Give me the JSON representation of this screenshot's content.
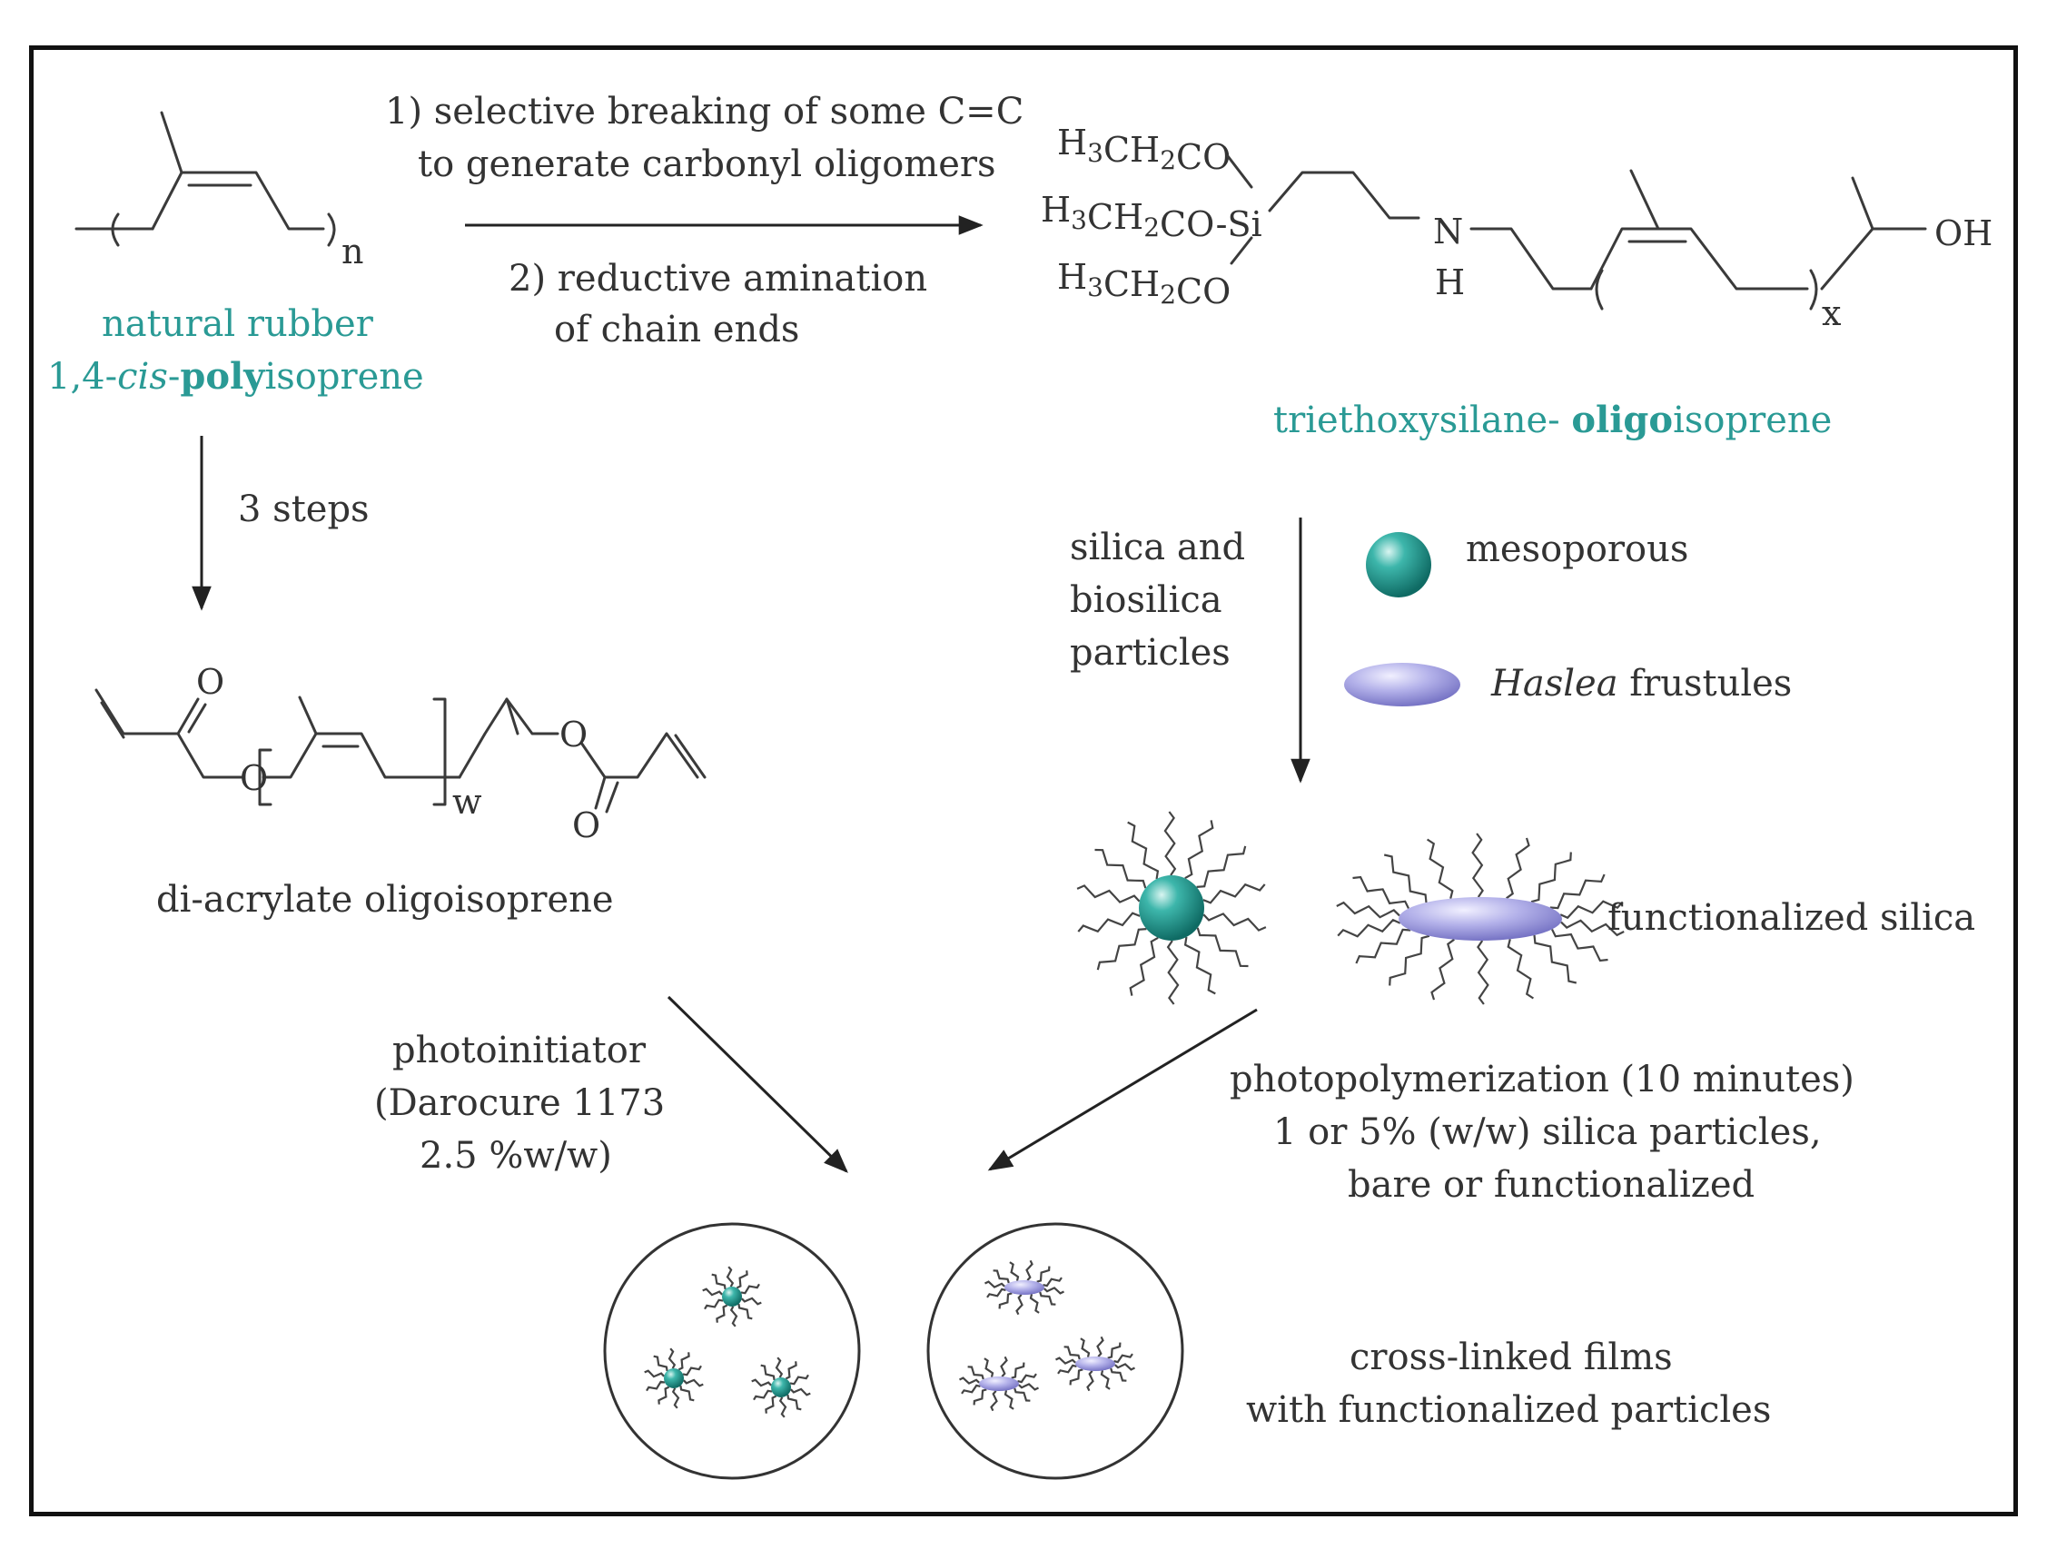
{
  "natural_rubber": {
    "line1": "natural rubber",
    "line2_pre": "1,4-",
    "line2_cis": "cis",
    "line2_dash": "-",
    "line2_bold": "poly",
    "line2_post": "isoprene",
    "subscript": "n"
  },
  "step_top": {
    "line1": "1) selective breaking of some C=C",
    "line2": "to generate carbonyl oligomers",
    "line3": "2) reductive amination",
    "line4": "of chain ends"
  },
  "silane": {
    "group1": "H3CH2CO",
    "group2": "H3CH2CO-Si",
    "group3": "H3CH2CO",
    "n": "N",
    "h": "H",
    "oh": "OH",
    "subscript": "x",
    "label_pre": "triethoxysilane- ",
    "label_bold": "oligo",
    "label_post": "isoprene"
  },
  "step_left": {
    "label": "3 steps"
  },
  "acrylate": {
    "o_top": "O",
    "o_left": "O",
    "o_right": "O",
    "o_bottom": "O",
    "subscript": "w",
    "label": "di-acrylate oligoisoprene"
  },
  "particles": {
    "side_line1": "silica and",
    "side_line2": "biosilica",
    "side_line3": "particles",
    "mesoporous": "mesoporous",
    "haslea_italic": "Haslea",
    "haslea_rest": " frustules",
    "functionalized": "functionalized silica"
  },
  "photoinitiator": {
    "line1": "photoinitiator",
    "line2": "(Darocure 1173",
    "line3": "2.5 %w/w)"
  },
  "photopolymerization": {
    "line1": "photopolymerization (10 minutes)",
    "line2": "1 or 5% (w/w) silica particles,",
    "line3": "bare or functionalized"
  },
  "films": {
    "line1": "cross-linked films",
    "line2": "with functionalized particles"
  },
  "colors": {
    "teal": "#2a9a95",
    "sphere": "#1f9a8f",
    "ellipse": "#9a98d8",
    "frame": "#111111"
  }
}
